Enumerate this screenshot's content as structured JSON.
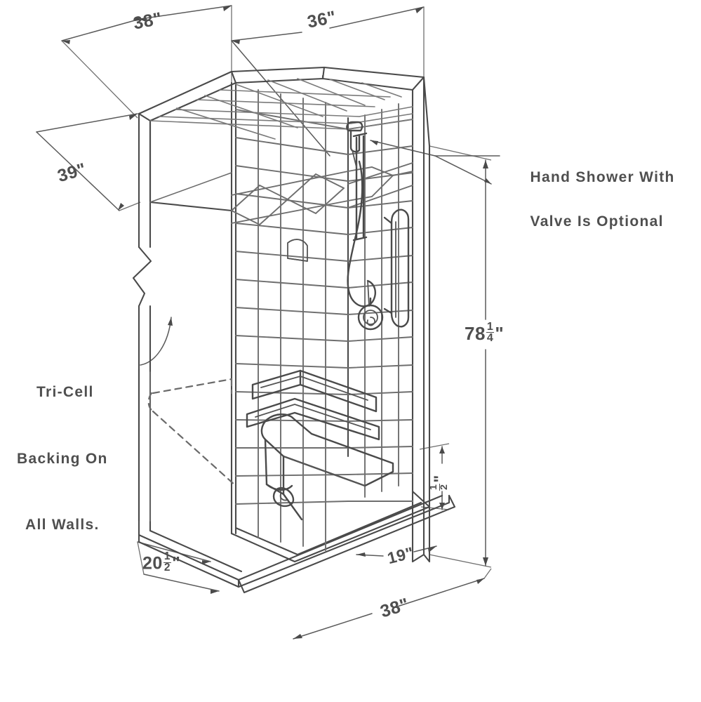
{
  "drawing": {
    "title": "Barrier-Free Shower Unit Isometric Dimension Drawing",
    "line_color": "#4a4a4a",
    "background": "#ffffff"
  },
  "dimensions": {
    "top_left_depth": "38\"",
    "top_right_width": "36\"",
    "left_diagonal": "39\"",
    "right_height_whole": "78",
    "right_height_frac_num": "1",
    "right_height_frac_den": "4",
    "right_height_unit": "\"",
    "threshold_whole": "",
    "threshold_frac_num": "1",
    "threshold_frac_den": "2",
    "threshold_unit": "\"",
    "seat_depth": "19\"",
    "bottom_left_whole": "20",
    "bottom_left_frac_num": "1",
    "bottom_left_frac_den": "2",
    "bottom_left_unit": "\"",
    "bottom_width": "38\""
  },
  "annotations": {
    "hand_shower_note_line1": "Hand Shower With",
    "hand_shower_note_line2": "Valve Is Optional",
    "backing_note_line1": "Tri-Cell",
    "backing_note_line2": "Backing On",
    "backing_note_line3": "All Walls."
  },
  "features": {
    "tile_pattern": "square-tile-grid",
    "border_band": "diamond-accent-band",
    "seat": "folding-corner-seat",
    "grab_bars": "vertical-and-horizontal-grab-bars",
    "slide_bar": "hand-shower-slide-bar",
    "valve": "pressure-balance-valve-knob",
    "break_line": "wall-break-line",
    "hidden_lines": "hidden-seat-outline"
  }
}
